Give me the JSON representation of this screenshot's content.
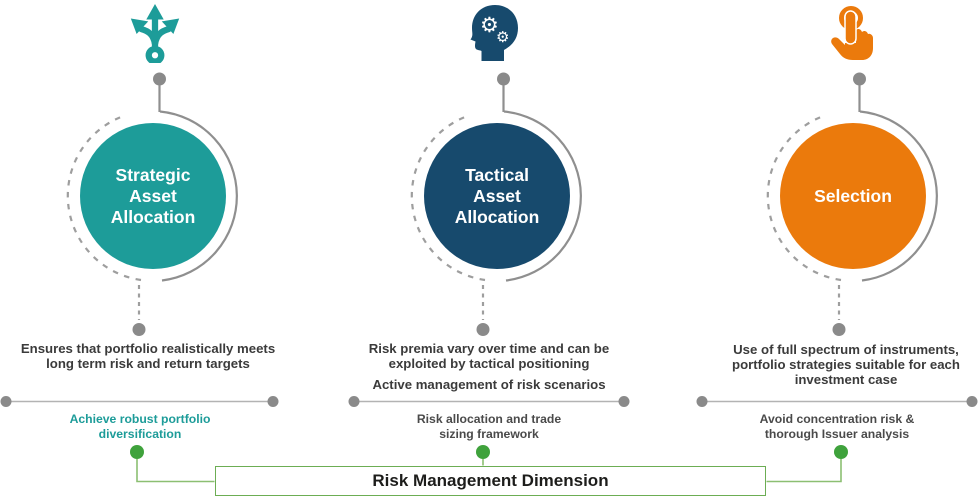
{
  "colors": {
    "teal": "#1d9c99",
    "dark_blue": "#174a6d",
    "orange": "#eb7a0c",
    "green_dot": "#3fa23c",
    "green_line": "#8cbf72",
    "gray_dot": "#8a8a8a",
    "text_dark": "#3b3b3b"
  },
  "columns": [
    {
      "id": "strategic-asset-allocation",
      "icon": "branch-arrows-icon",
      "circle_label": "Strategic\nAsset\nAllocation",
      "description": "Ensures that portfolio realistically meets\nlong term risk and return targets",
      "highlight": "Achieve robust portfolio\ndiversification"
    },
    {
      "id": "tactical-asset-allocation",
      "icon": "head-gears-icon",
      "circle_label": "Tactical\nAsset\nAllocation",
      "description": "Risk premia vary over time and can be\nexploited by tactical positioning",
      "description2": "Active management of risk scenarios",
      "highlight": "Risk allocation and trade\nsizing framework"
    },
    {
      "id": "selection",
      "icon": "click-hand-icon",
      "circle_label": "Selection",
      "description": "Use of full spectrum of instruments,\nportfolio strategies suitable for each\ninvestment case",
      "highlight": "Avoid concentration risk &\nthorough Issuer analysis"
    }
  ],
  "footer": {
    "box_label": "Risk Management Dimension"
  }
}
